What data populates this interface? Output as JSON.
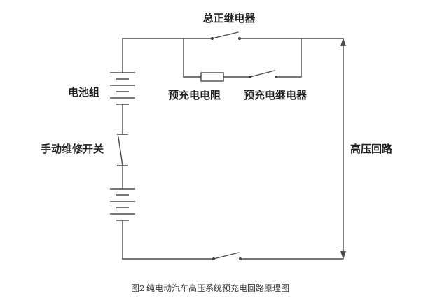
{
  "diagram": {
    "labels": {
      "main_positive_relay": "总正继电器",
      "battery_pack": "电池组",
      "precharge_resistor": "预充电电阻",
      "precharge_relay": "预充电继电器",
      "manual_service_switch": "手动维修开关",
      "high_voltage_loop": "高压回路"
    },
    "caption": "图2 纯电动汽车高压系统预充电回路原理图",
    "colors": {
      "line": "#4a4a4a",
      "text": "#1f1f1f",
      "background": "#ffffff"
    }
  }
}
